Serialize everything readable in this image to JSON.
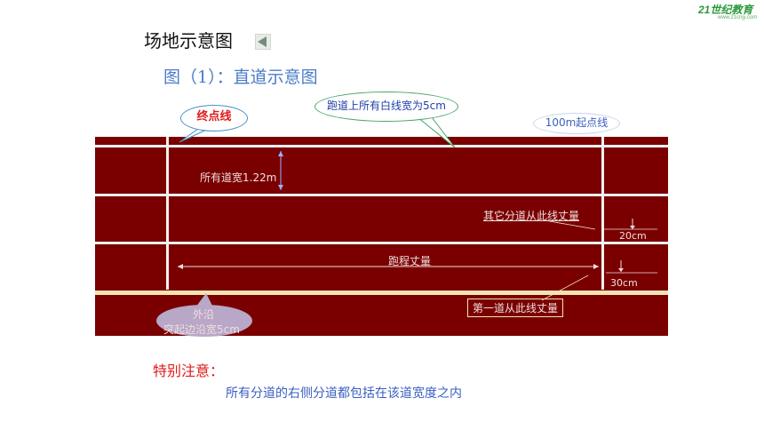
{
  "header": {
    "title": "场地示意图",
    "subtitle": "图（1）：直道示意图",
    "logo": "21世纪教育",
    "logo_sub": "www.21cnjy.com"
  },
  "callouts": {
    "finish_line": "终点线",
    "white_line_width": "跑道上所有白线宽为5cm",
    "start_line": "100m起点线",
    "lane_width": "所有道宽1.22m",
    "other_lanes": "其它分道从此线丈量",
    "dist_20": "20cm",
    "race_distance": "跑程丈量",
    "dist_30": "30cm",
    "first_lane": "第一道从此线丈量",
    "outer_edge": "外沿",
    "curb_width": "突起边沿宽5cm"
  },
  "note": {
    "title": "特别注意：",
    "text": "所有分道的右侧分道都包括在该道宽度之内"
  },
  "colors": {
    "track": "#7a0000",
    "lines": "#f4f0f0",
    "curb": "#f3e3b0",
    "note_title": "#e01a1a",
    "note_text": "#3a5fc0",
    "subtitle": "#4a7cc7"
  }
}
